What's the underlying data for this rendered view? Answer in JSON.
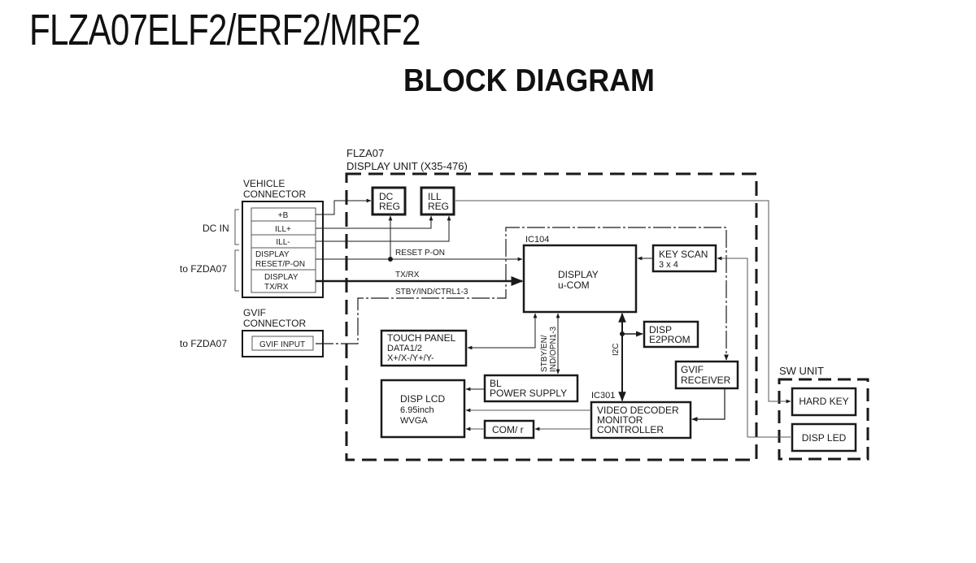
{
  "document": {
    "model_title": "FLZA07ELF2/ERF2/MRF2",
    "diagram_title": "BLOCK DIAGRAM"
  },
  "display_unit": {
    "label_line1": "FLZA07",
    "label_line2": "DISPLAY UNIT (X35-476)"
  },
  "vehicle_connector": {
    "title_line1": "VEHICLE",
    "title_line2": "CONNECTOR",
    "pins": [
      {
        "line1": "+B",
        "line2": ""
      },
      {
        "line1": "ILL+",
        "line2": ""
      },
      {
        "line1": "ILL-",
        "line2": ""
      },
      {
        "line1": "DISPLAY",
        "line2": "RESET/P-ON"
      },
      {
        "line1": "DISPLAY",
        "line2": "TX/RX"
      }
    ],
    "group_labels": {
      "dc_in": "DC IN",
      "to_fzda07": "to FZDA07"
    }
  },
  "gvif_connector": {
    "title_line1": "GVIF",
    "title_line2": "CONNECTOR",
    "pin": "GVIF INPUT",
    "group_label": "to FZDA07"
  },
  "blocks": {
    "dc_reg": {
      "line1": "DC",
      "line2": "REG"
    },
    "ill_reg": {
      "line1": "ILL",
      "line2": "REG"
    },
    "ucom": {
      "ic": "IC104",
      "line1": "DISPLAY",
      "line2": "u-COM"
    },
    "key_scan": {
      "line1": "KEY SCAN",
      "line2": "3 x 4"
    },
    "e2prom": {
      "line1": "DISP",
      "line2": "E2PROM"
    },
    "gvif_receiver": {
      "line1": "GVIF",
      "line2": "RECEIVER"
    },
    "touch_panel": {
      "line1": "TOUCH PANEL",
      "line2": "DATA1/2",
      "line3": "X+/X-/Y+/Y-"
    },
    "bl_power": {
      "line1": "BL",
      "line2": "POWER SUPPLY"
    },
    "disp_lcd": {
      "line1": "DISP LCD",
      "line2": "6.95inch",
      "line3": "WVGA"
    },
    "com_r": {
      "line1": "COM/ r"
    },
    "video_decoder": {
      "ic": "IC301",
      "line1": "VIDEO DECODER",
      "line2": "MONITOR",
      "line3": "CONTROLLER"
    }
  },
  "signals": {
    "reset_pon": "RESET P-ON",
    "txrx": "TX/RX",
    "stby_ind_ctrl": "STBY/IND/CTRL1-3",
    "stby_en_line1": "STBY/EN/",
    "stby_en_line2": "IND/OPN1-3",
    "i2c": "I2C"
  },
  "sw_unit": {
    "label": "SW UNIT",
    "blocks": [
      "HARD KEY",
      "DISP LED"
    ]
  }
}
